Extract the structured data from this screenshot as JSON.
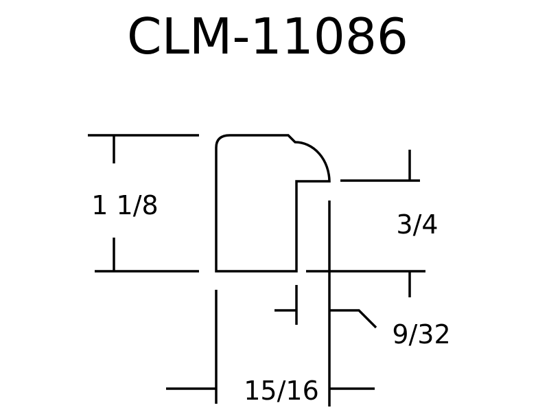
{
  "drawing": {
    "title": "CLM-11086",
    "dimensions": {
      "overall_height": "1 1/8",
      "rabbet_height": "3/4",
      "rabbet_width": "9/32",
      "overall_width": "15/16"
    },
    "line_color": "#000000",
    "background_color": "#ffffff"
  }
}
